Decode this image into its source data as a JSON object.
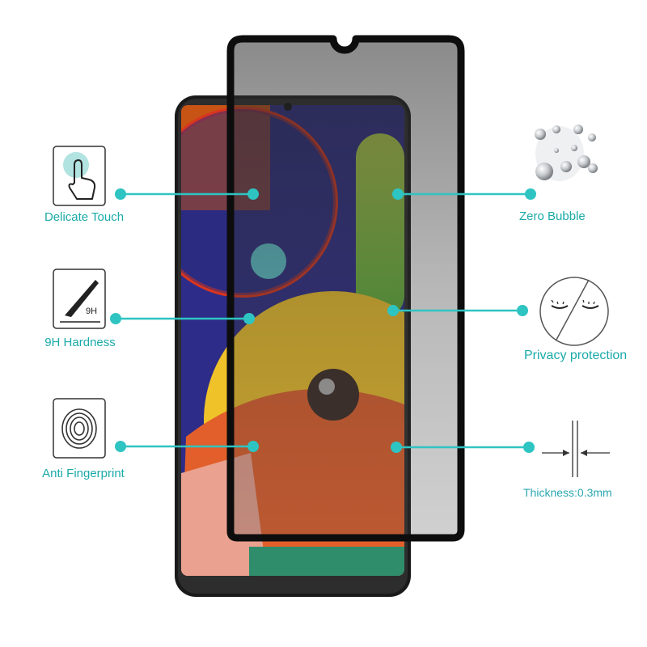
{
  "features": {
    "delicate_touch": "Delicate Touch",
    "hardness": "9H Hardness",
    "anti_fingerprint": "Anti Fingerprint",
    "zero_bubble": "Zero Bubble",
    "privacy": "Privacy protection",
    "thickness": "Thickness:0.3mm"
  },
  "icons": {
    "hardness_badge": "9H"
  },
  "colors": {
    "accent": "#2ec4c2",
    "label": "#1aaaa8",
    "frame": "#111111"
  }
}
